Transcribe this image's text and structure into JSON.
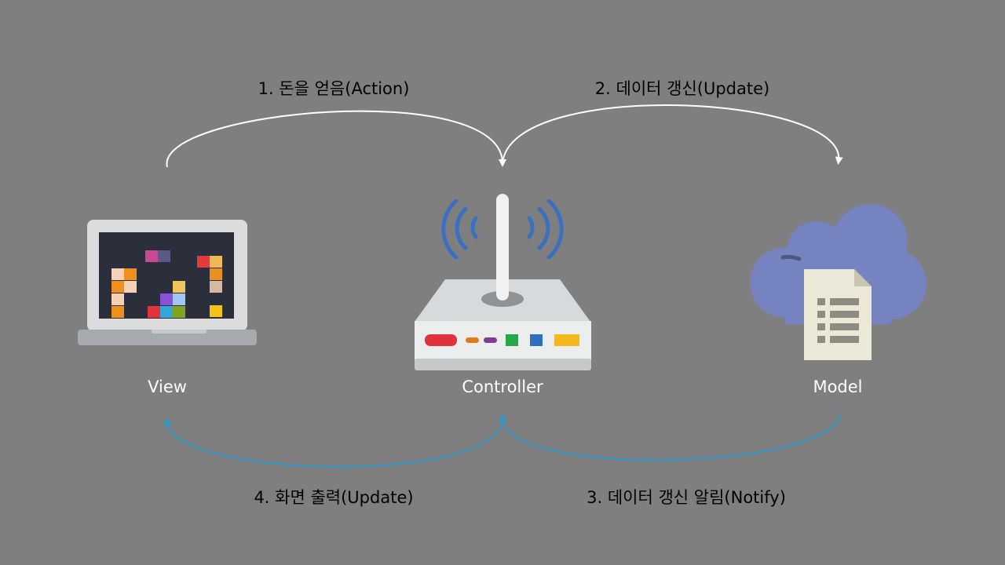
{
  "nodes": {
    "view": "View",
    "controller": "Controller",
    "model": "Model"
  },
  "steps": {
    "s1": "1. 돈을 얻음(Action)",
    "s2": "2. 데이터 갱신(Update)",
    "s3": "3. 데이터 갱신 알림(Notify)",
    "s4": "4. 화면 출력(Update)"
  },
  "colors": {
    "background": "#7f7f7f",
    "top_arrows": "#ffffff",
    "bottom_arrows": "#2e9ac9",
    "cloud": "#7683c1",
    "wifi": "#3b6fbf"
  }
}
